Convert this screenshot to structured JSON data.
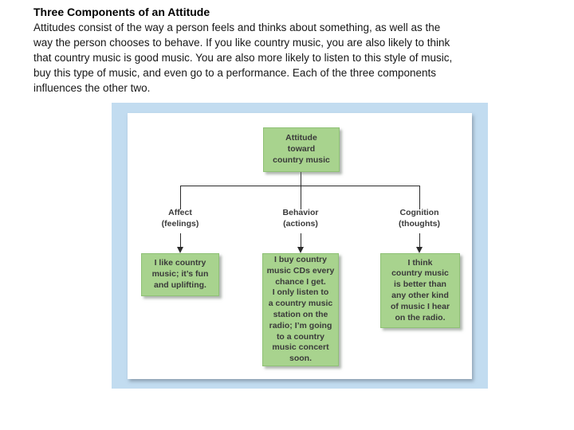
{
  "slide": {
    "title": "Three Components of an Attitude",
    "body": "Attitudes consist of the way a person feels and thinks about something, as well as the\nway the person chooses to behave. If you like country music, you are also likely to think\nthat country music is good music. You are also more likely to listen to this style of music,\nbuy this type of music, and even go to a performance. Each of the three components\ninfluences the other two."
  },
  "diagram": {
    "root_label": "Attitude\ntoward\ncountry music",
    "branches": [
      {
        "label": "Affect\n(feelings)",
        "statement": "I like country\nmusic; it’s fun\nand uplifting."
      },
      {
        "label": "Behavior\n(actions)",
        "statement": "I buy country\nmusic CDs every\nchance I get.\nI only listen to\na country music\nstation on the\nradio; I’m going\nto a country\nmusic concert\nsoon."
      },
      {
        "label": "Cognition\n(thoughts)",
        "statement": "I think\ncountry music\nis better than\nany other kind\nof music I hear\non the radio."
      }
    ],
    "colors": {
      "node_fill": "#a8d38e",
      "node_border": "#8fc175",
      "frame_background": "#c2dcf0",
      "panel_background": "#ffffff",
      "connector": "#2b2b2b",
      "node_text": "#3a3a3a"
    }
  }
}
